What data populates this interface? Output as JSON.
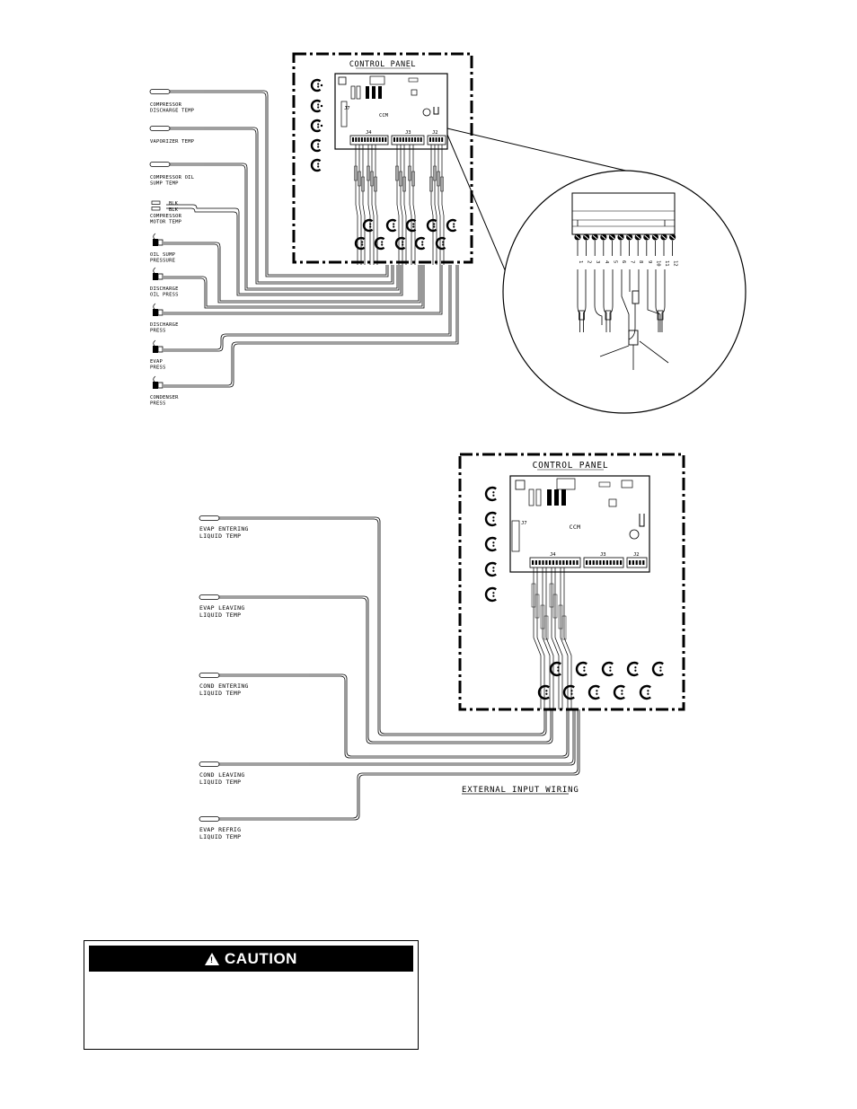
{
  "top_diagram": {
    "panel_title": "CONTROL PANEL",
    "board_label": "CCM",
    "connectors": {
      "j4": "J4",
      "j3": "J3",
      "j2": "J2",
      "j7": "J7"
    },
    "sensors": [
      {
        "line1": "COMPRESSOR",
        "line2": "DISCHARGE TEMP"
      },
      {
        "line1": "VAPORIZER TEMP",
        "line2": ""
      },
      {
        "line1": "COMPRESSOR OIL",
        "line2": "SUMP TEMP"
      },
      {
        "line1": "COMPRESSOR",
        "line2": "MOTOR TEMP"
      },
      {
        "line1": "OIL SUMP",
        "line2": "PRESSURE"
      },
      {
        "line1": "DISCHARGE",
        "line2": "OIL PRESS"
      },
      {
        "line1": "DISCHARGE",
        "line2": "PRESS"
      },
      {
        "line1": "EVAP",
        "line2": "PRESS"
      },
      {
        "line1": "CONDENSER",
        "line2": "PRESS"
      }
    ],
    "motor_wire_labels": {
      "a": "BLK",
      "b": "BLK"
    },
    "detail_pins": [
      "1",
      "2",
      "3",
      "4",
      "5",
      "6",
      "7",
      "8",
      "9",
      "10",
      "11",
      "12"
    ]
  },
  "bottom_diagram": {
    "panel_title": "CONTROL PANEL",
    "board_label": "CCM",
    "connectors": {
      "j4": "J4",
      "j3": "J3",
      "j2": "J2",
      "j7": "J7"
    },
    "sensors": [
      {
        "line1": "EVAP ENTERING",
        "line2": "LIQUID TEMP"
      },
      {
        "line1": "EVAP LEAVING",
        "line2": "LIQUID TEMP"
      },
      {
        "line1": "COND ENTERING",
        "line2": "LIQUID TEMP"
      },
      {
        "line1": "COND LEAVING",
        "line2": "LIQUID TEMP"
      },
      {
        "line1": "EVAP REFRIG",
        "line2": "LIQUID TEMP"
      }
    ],
    "wiring_caption": "EXTERNAL INPUT WIRING"
  },
  "caution": {
    "title": "CAUTION",
    "icon": "warning-triangle-icon"
  }
}
